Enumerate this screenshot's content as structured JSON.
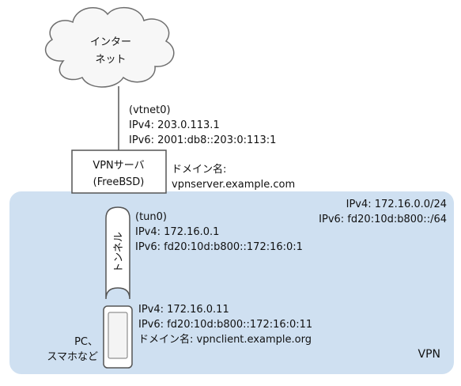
{
  "internet": {
    "label_line1": "インター",
    "label_line2": "ネット"
  },
  "server": {
    "label_line1": "VPNサーバ",
    "label_line2": "(FreeBSD)",
    "wan": {
      "iface": "(vtnet0)",
      "ipv4": "IPv4: 203.0.113.1",
      "ipv6": "IPv6: 2001:db8::203:0:113:1"
    },
    "domain_label": "ドメイン名:",
    "domain": "vpnserver.example.com",
    "tun": {
      "iface": "(tun0)",
      "ipv4": "IPv4: 172.16.0.1",
      "ipv6": "IPv6: fd20:10d:b800::172:16:0:1"
    }
  },
  "vpn_network": {
    "ipv4": "IPv4: 172.16.0.0/24",
    "ipv6": "IPv6: fd20:10d:b800::/64",
    "label": "VPN",
    "fill_color": "#cfe0f1",
    "border_color": "#ffffff"
  },
  "tunnel": {
    "label": "トンネル"
  },
  "client": {
    "label_line1": "PC、",
    "label_line2": "スマホなど",
    "ipv4": "IPv4: 172.16.0.11",
    "ipv6": "IPv6: fd20:10d:b800::172:16:0:11",
    "domain": "ドメイン名: vpnclient.example.org"
  }
}
